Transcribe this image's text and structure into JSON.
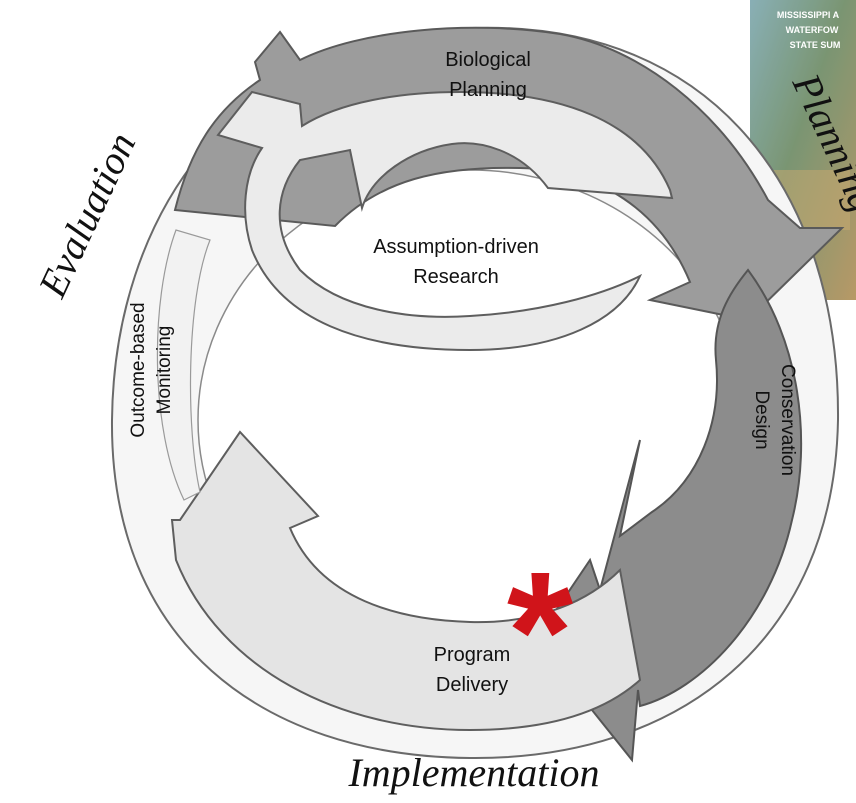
{
  "segments": {
    "biological_planning": [
      "Biological",
      "Planning"
    ],
    "research": [
      "Assumption-driven",
      "Research"
    ],
    "conservation_design": [
      "Conservation",
      "Design"
    ],
    "program_delivery": [
      "Program",
      "Delivery"
    ],
    "monitoring": [
      "Outcome-based",
      "Monitoring"
    ]
  },
  "phases": {
    "evaluation": "Evaluation",
    "planning": "Planning",
    "implementation": "Implementation"
  },
  "poster": {
    "line1": "MISSISSIPPI A",
    "line2": "WATERFOW",
    "line3": "STATE SUM"
  },
  "marker": "*",
  "colors": {
    "arrow_dark": "#9a9a9a",
    "arrow_light": "#e6e6e6",
    "outline": "#555555",
    "asterisk": "#d0141a"
  }
}
